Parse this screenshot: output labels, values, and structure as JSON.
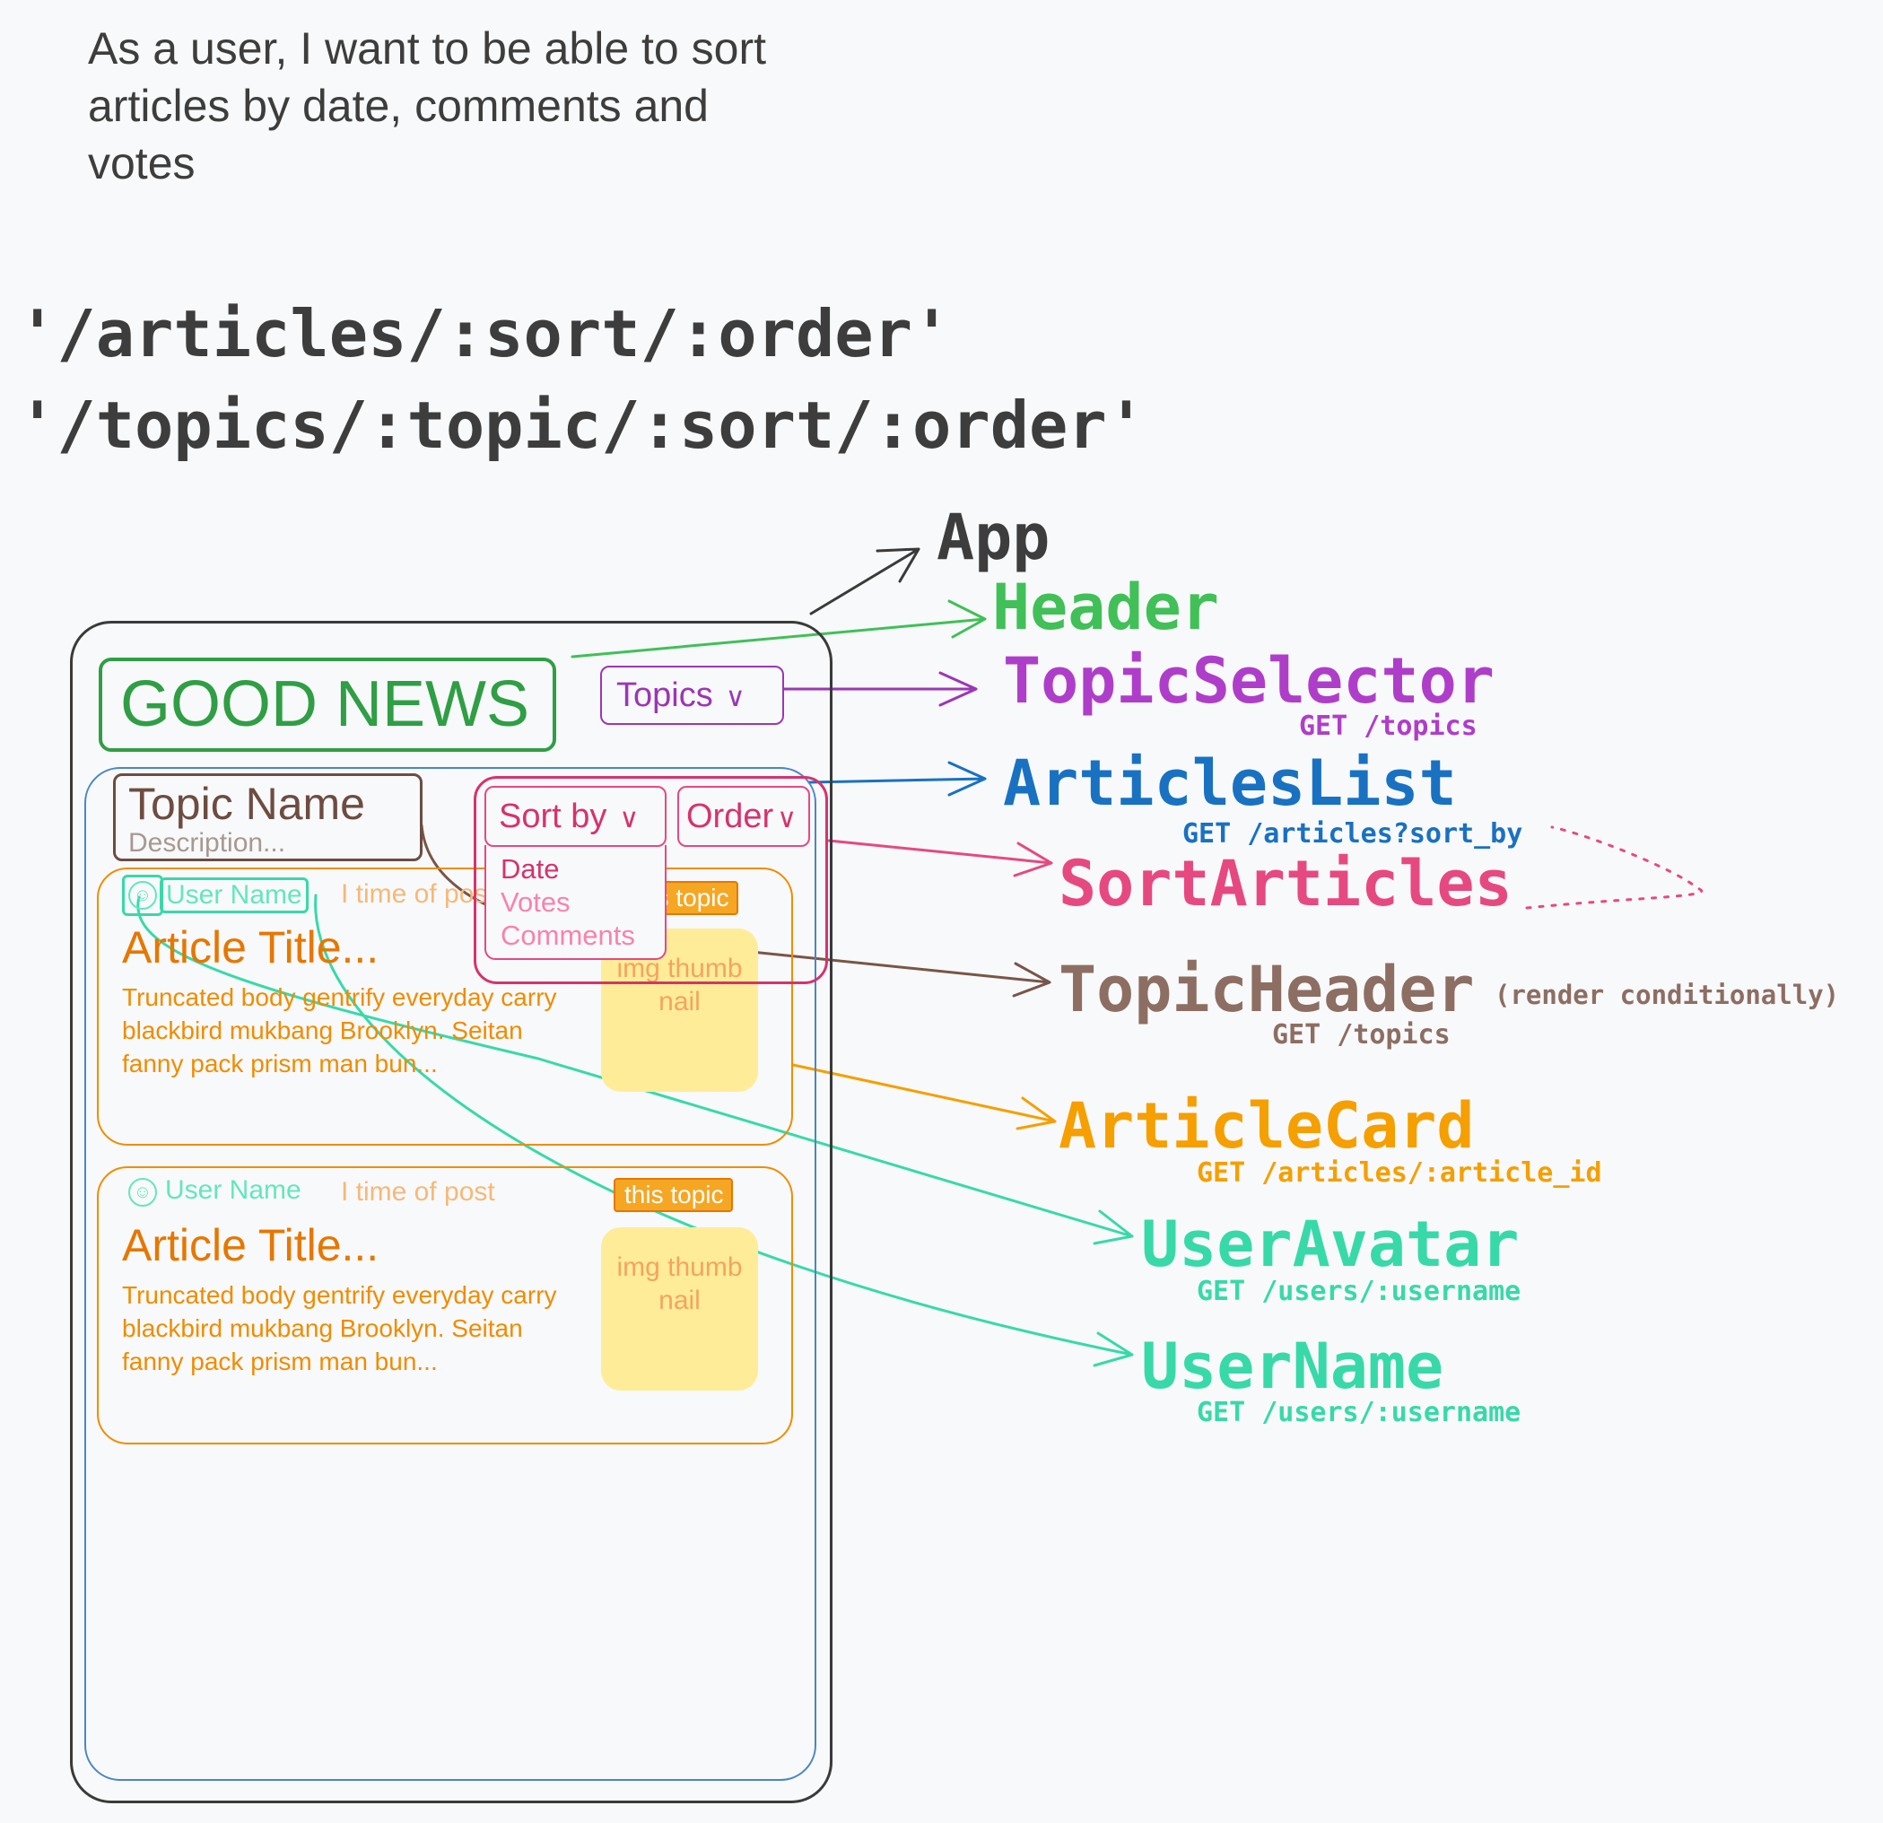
{
  "user_story": "As a user, I want to be able to sort articles by date, comments and votes",
  "routes": [
    "'/articles/:sort/:order'",
    "'/topics/:topic/:sort/:order'"
  ],
  "components": {
    "app": {
      "name": "App",
      "color": "#3d3d3d"
    },
    "header": {
      "name": "Header",
      "color": "#40c057"
    },
    "topic_selector": {
      "name": "TopicSelector",
      "api": "GET /topics",
      "color": "#ae3ec9"
    },
    "articles_list": {
      "name": "ArticlesList",
      "api": "GET /articles?sort_by",
      "color": "#1971c2"
    },
    "sort_articles": {
      "name": "SortArticles",
      "color": "#e64980"
    },
    "topic_header": {
      "name": "TopicHeader",
      "note": "(render conditionally)",
      "api": "GET /topics",
      "color": "#8d6e63"
    },
    "article_card": {
      "name": "ArticleCard",
      "api": "GET /articles/:article_id",
      "color": "#f59f00"
    },
    "user_avatar": {
      "name": "UserAvatar",
      "api": "GET /users/:username",
      "color": "#38d9a9"
    },
    "user_name": {
      "name": "UserName",
      "api": "GET /users/:username",
      "color": "#38d9a9"
    }
  },
  "mockup": {
    "logo": "GOOD NEWS",
    "topics_dropdown": "Topics",
    "topic_name": "Topic Name",
    "topic_description": "Description...",
    "sort_by": "Sort by",
    "order": "Order",
    "sort_options": [
      "Date",
      "Votes",
      "Comments"
    ],
    "cards": [
      {
        "user_name": "User Name",
        "time": "I  time of post",
        "tag": "this topic",
        "title": "Article Title...",
        "body": "Truncated body gentrify everyday carry blackbird mukbang Brooklyn. Seitan fanny pack prism man bun...",
        "thumbnail": "img thumb nail"
      },
      {
        "user_name": "User Name",
        "time": "I  time of post",
        "tag": "this topic",
        "title": "Article Title...",
        "body": "Truncated body gentrify everyday carry blackbird mukbang Brooklyn. Seitan fanny pack prism man bun...",
        "thumbnail": "img thumb nail"
      }
    ]
  }
}
